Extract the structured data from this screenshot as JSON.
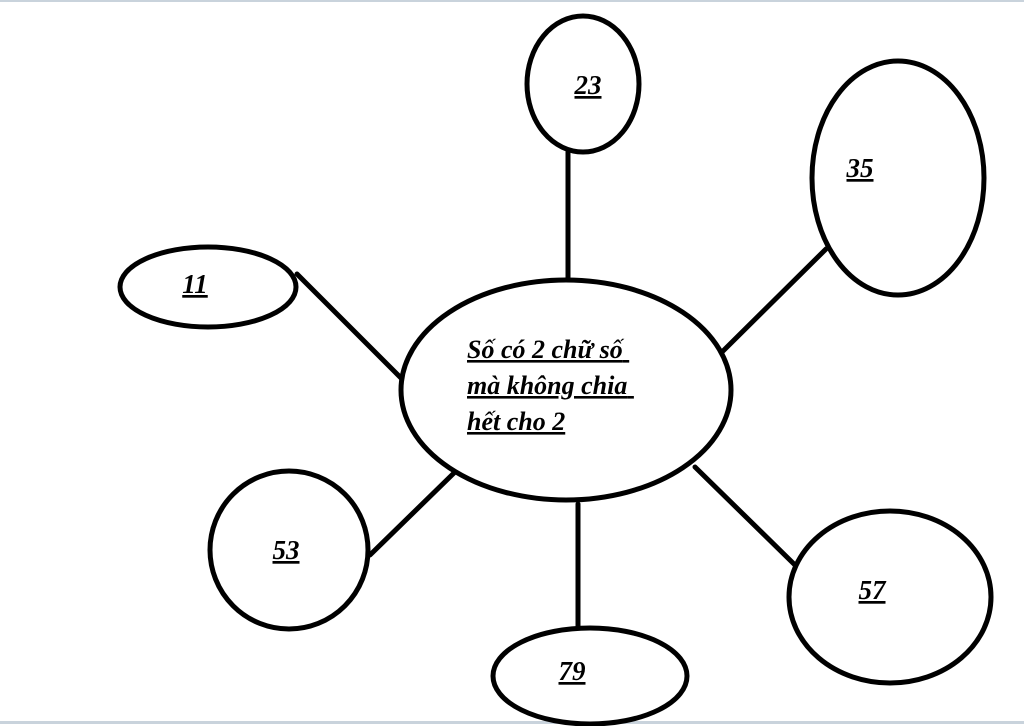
{
  "diagram": {
    "center": {
      "lines": [
        "Số có 2 chữ số",
        "mà không chia",
        "hết cho 2"
      ]
    },
    "nodes": [
      {
        "id": "n23",
        "label": "23"
      },
      {
        "id": "n35",
        "label": "35"
      },
      {
        "id": "n11",
        "label": "11"
      },
      {
        "id": "n53",
        "label": "53"
      },
      {
        "id": "n79",
        "label": "79"
      },
      {
        "id": "n57",
        "label": "57"
      }
    ],
    "colors": {
      "stroke": "#000000",
      "background": "#ffffff",
      "frame": "#c9d3dc"
    }
  }
}
